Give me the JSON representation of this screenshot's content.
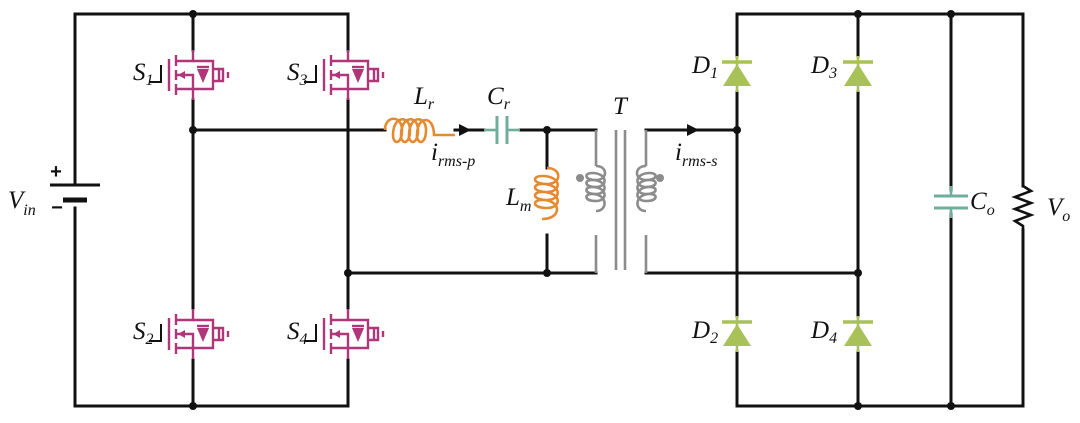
{
  "colors": {
    "wire": "#111111",
    "mosfet": "#b0367a",
    "inductor": "#e58a2f",
    "capacitor": "#6fae9a",
    "transformer": "#8c8c8c",
    "diode": "#a8c259"
  },
  "source": {
    "label": "V",
    "sub": "in",
    "plus": "+",
    "minus": "−"
  },
  "switches": [
    {
      "label": "S",
      "sub": "1"
    },
    {
      "label": "S",
      "sub": "3"
    },
    {
      "label": "S",
      "sub": "2"
    },
    {
      "label": "S",
      "sub": "4"
    }
  ],
  "tank": {
    "lr": {
      "label": "L",
      "sub": "r"
    },
    "cr": {
      "label": "C",
      "sub": "r"
    },
    "lm": {
      "label": "L",
      "sub": "m"
    }
  },
  "currents": {
    "primary": {
      "label": "i",
      "sub": "rms-p"
    },
    "secondary": {
      "label": "i",
      "sub": "rms-s"
    }
  },
  "transformer": {
    "label": "T"
  },
  "diodes": [
    {
      "label": "D",
      "sub": "1"
    },
    {
      "label": "D",
      "sub": "3"
    },
    {
      "label": "D",
      "sub": "2"
    },
    {
      "label": "D",
      "sub": "4"
    }
  ],
  "output": {
    "cap": {
      "label": "C",
      "sub": "o"
    },
    "load": {
      "label": "V",
      "sub": "o"
    }
  }
}
